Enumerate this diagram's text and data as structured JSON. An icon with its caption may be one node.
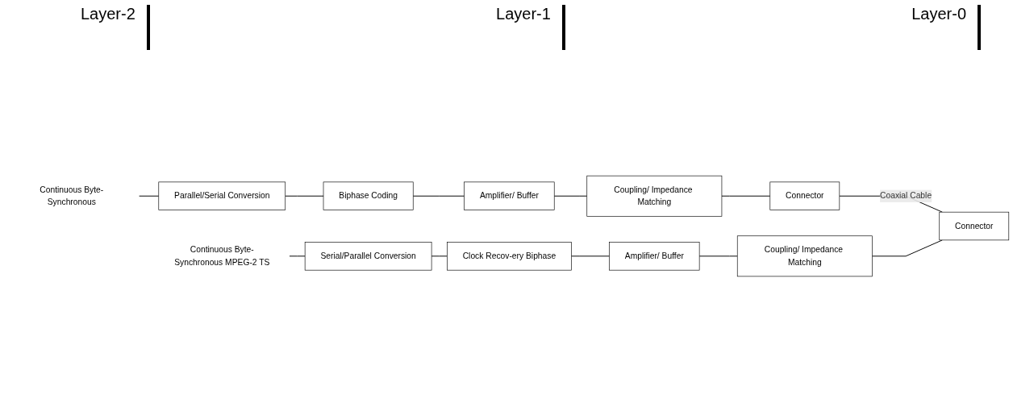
{
  "diagram": {
    "nodes": [
      {
        "text": [
          "Continuous Byte-Synchronous"
        ]
      },
      {
        "text": [
          "Parallel/Serial Conversion"
        ]
      },
      {
        "text": [
          "Biphase Coding"
        ]
      },
      {
        "text": [
          "Amplifier/ Buffer"
        ]
      },
      {
        "text": [
          "Coupling/ Impedance Matching"
        ]
      },
      {
        "text": [
          "Connector"
        ]
      },
      {
        "text": [
          "Continuous Byte-Synchronous MPEG-2 TS"
        ]
      },
      {
        "text": [
          "Serial/Parallel Conversion"
        ]
      },
      {
        "text": [
          "Clock Recov-ery Biphase"
        ]
      },
      {
        "text": [
          "Amplifier/ Buffer"
        ]
      },
      {
        "text": [
          "Coupling/ Impedance Matching"
        ]
      },
      {
        "text": [
          "Connector"
        ]
      }
    ],
    "edges": [
      {
        "from": 0,
        "to": 1,
        "arrow": "none"
      },
      {
        "from": 1,
        "to": 2,
        "arrow": "none"
      },
      {
        "from": 2,
        "to": 3,
        "arrow": "none"
      },
      {
        "from": 3,
        "to": 4,
        "arrow": "none"
      },
      {
        "from": 4,
        "to": 5,
        "arrow": "none"
      },
      {
        "from": 5,
        "to": 11,
        "arrow": "none",
        "label": "Coaxial Cable"
      },
      {
        "from": 11,
        "to": 10,
        "arrow": "none"
      },
      {
        "from": 10,
        "to": 9,
        "arrow": "none"
      },
      {
        "from": 9,
        "to": 8,
        "arrow": "none"
      },
      {
        "from": 8,
        "to": 7,
        "arrow": "none"
      },
      {
        "from": 7,
        "to": 6,
        "arrow": "none"
      }
    ],
    "labels": [
      "Layer-2",
      "Layer-1",
      "Layer-0"
    ]
  }
}
